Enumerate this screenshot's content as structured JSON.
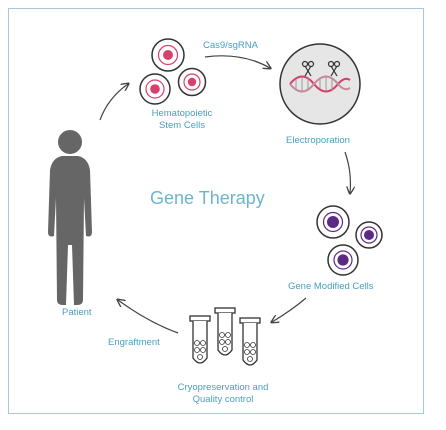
{
  "diagram": {
    "title": "Gene Therapy",
    "labels": {
      "cas9": "Cas9/sgRNA",
      "hsc_line1": "Hematopoietic",
      "hsc_line2": "Stem Cells",
      "electroporation": "Electroporation",
      "modified": "Gene Modified Cells",
      "cryo_line1": "Cryopreservation and",
      "cryo_line2": "Quality control",
      "engraftment": "Engraftment",
      "patient": "Patient"
    },
    "colors": {
      "text": "#4aa0c0",
      "title": "#6db4cf",
      "hsc_nucleus": "#d6406a",
      "modified_nucleus": "#5c2a86",
      "silhouette": "#666666",
      "frame": "#a9c8d4"
    }
  }
}
